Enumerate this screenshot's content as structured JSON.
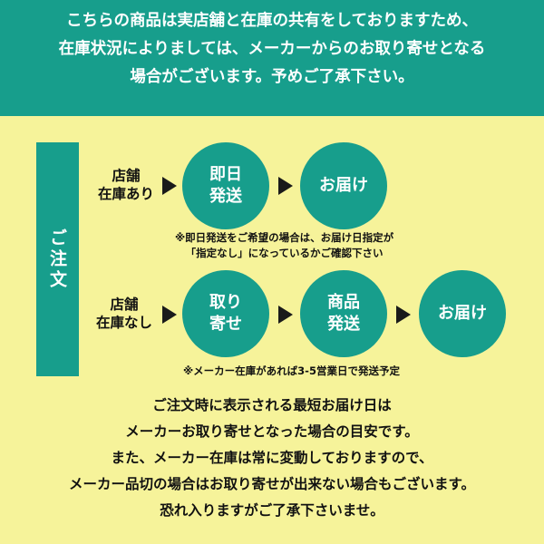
{
  "banner": {
    "line1": "こちらの商品は実店舗と在庫の共有をしておりますため、",
    "line2": "在庫状況によりましては、メーカーからのお取り寄せとなる",
    "line3": "場合がございます。予めご了承下さい。"
  },
  "sidebar": {
    "label": "ご注文"
  },
  "row1": {
    "store_line1": "店舗",
    "store_line2": "在庫あり",
    "step1_line1": "即日",
    "step1_line2": "発送",
    "step2": "お届け",
    "note_line1": "※即日発送をご希望の場合は、お届け日指定が",
    "note_line2": "「指定なし」になっているかご確認下さい"
  },
  "row2": {
    "store_line1": "店舗",
    "store_line2": "在庫なし",
    "step1_line1": "取り",
    "step1_line2": "寄せ",
    "step2_line1": "商品",
    "step2_line2": "発送",
    "step3": "お届け",
    "note": "※メーカー在庫があれば3-5営業日で発送予定"
  },
  "footer": {
    "line1": "ご注文時に表示される最短お届け日は",
    "line2": "メーカーお取り寄せとなった場合の目安です。",
    "line3": "また、メーカー在庫は常に変動しておりますので、",
    "line4": "メーカー品切の場合はお取り寄せが出来ない場合もございます。",
    "line5": "恐れ入りますがご了承下さいませ。"
  },
  "colors": {
    "teal": "#179e8c",
    "background": "#f6f39a",
    "text": "#111111"
  }
}
